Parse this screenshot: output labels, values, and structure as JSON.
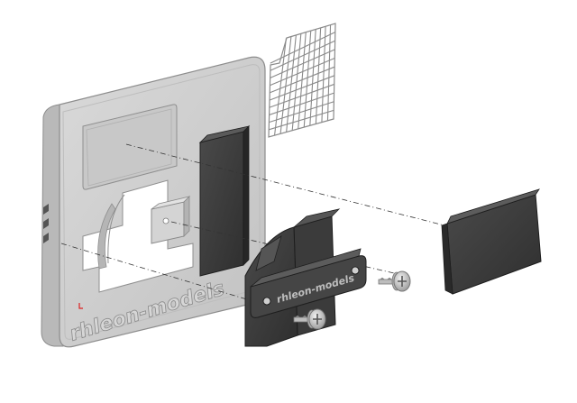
{
  "diagram": {
    "type": "exploded-assembly-view",
    "brand_text": "rhleon-models",
    "colors": {
      "background": "#ffffff",
      "base_plate": "#cfcfcf",
      "base_plate_edge": "#8d8d8d",
      "dark_part": "#3d3d3d",
      "dark_part_edge": "#1e1e1e",
      "grid": "#9a9a9a",
      "screw": "#c4c4c4",
      "axis_line": "#333333"
    },
    "parts": [
      "base-plate",
      "ventilation-grid",
      "dark-pad",
      "clip-bracket",
      "end-cap",
      "screw",
      "screw"
    ]
  }
}
